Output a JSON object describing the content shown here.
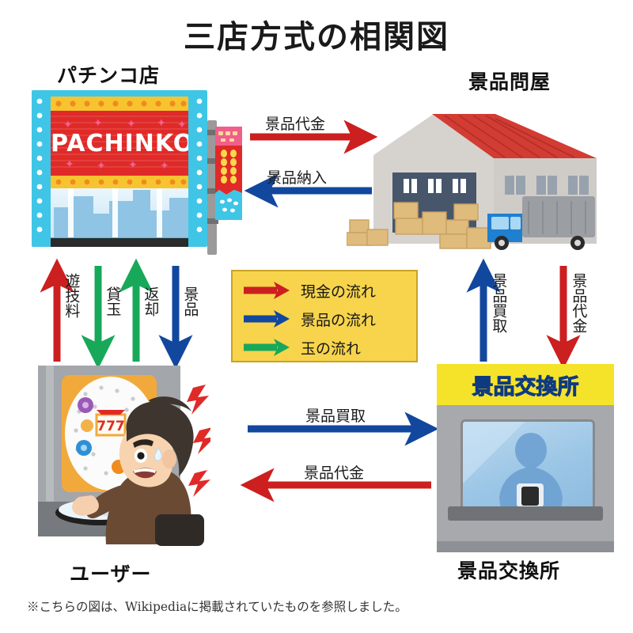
{
  "title": "三店方式の相関図",
  "footnote": "※こちらの図は、Wikipediaに掲載されていたものを参照しました。",
  "nodes": {
    "parlor": {
      "label": "パチンコ店"
    },
    "wholesaler": {
      "label": "景品問屋"
    },
    "user": {
      "label": "ユーザー"
    },
    "exchange": {
      "label": "景品交換所",
      "sign_text": "景品交換所"
    }
  },
  "signs": {
    "pachinko_marquee": "PACHINKO"
  },
  "edges": {
    "parlor_to_wholesaler_cash": {
      "label": "景品代金",
      "color": "#cc1f1f",
      "direction": "right",
      "flow": "cash"
    },
    "wholesaler_to_parlor_goods": {
      "label": "景品納入",
      "color": "#12479e",
      "direction": "left",
      "flow": "goods"
    },
    "user_to_parlor_fee": {
      "label": "遊技料",
      "color": "#cc1f1f",
      "direction": "up",
      "flow": "cash"
    },
    "parlor_to_user_balls": {
      "label": "貸玉",
      "color": "#18a85a",
      "direction": "down",
      "flow": "balls"
    },
    "user_to_parlor_return": {
      "label": "返却",
      "color": "#18a85a",
      "direction": "up",
      "flow": "balls"
    },
    "parlor_to_user_goods": {
      "label": "景品",
      "color": "#12479e",
      "direction": "down",
      "flow": "goods"
    },
    "user_to_exchange_buy": {
      "label": "景品買取",
      "color": "#12479e",
      "direction": "right",
      "flow": "goods"
    },
    "exchange_to_user_cash": {
      "label": "景品代金",
      "color": "#cc1f1f",
      "direction": "left",
      "flow": "cash"
    },
    "exchange_to_wholesaler_buy": {
      "label": "景品買取",
      "color": "#12479e",
      "direction": "up",
      "flow": "goods"
    },
    "wholesaler_to_exchange_cash": {
      "label": "景品代金",
      "color": "#cc1f1f",
      "direction": "down",
      "flow": "cash"
    }
  },
  "legend": {
    "items": [
      {
        "label": "現金の流れ",
        "color": "#cc1f1f"
      },
      {
        "label": "景品の流れ",
        "color": "#12479e"
      },
      {
        "label": "玉の流れ",
        "color": "#18a85a"
      }
    ],
    "background": "#f7d44c",
    "border": "#c9a227"
  }
}
